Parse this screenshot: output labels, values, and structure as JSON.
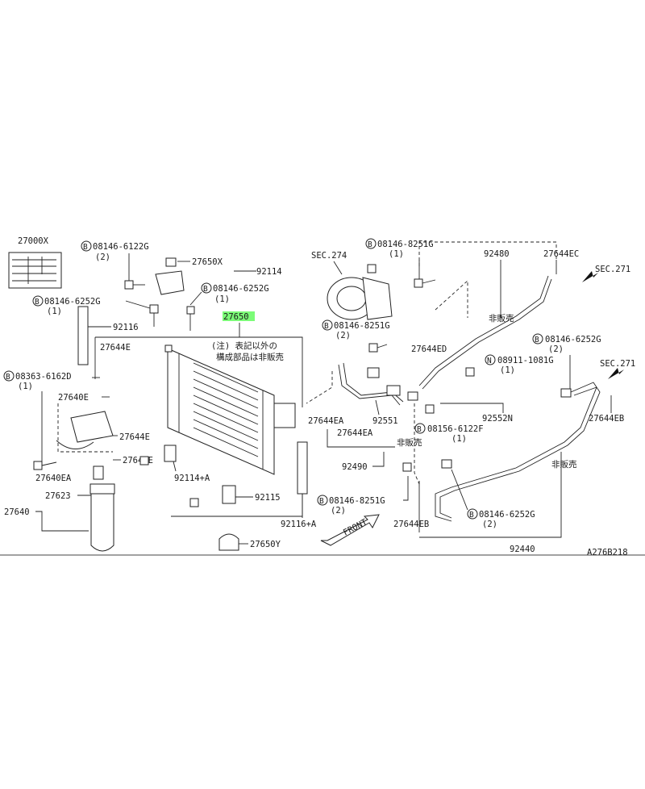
{
  "labels": {
    "p27000X": "27000X",
    "b08146_6122G": "08146-6122G",
    "q2a": "(2)",
    "p27650X": "27650X",
    "p92114": "92114",
    "b08146_6252G_a": "08146-6252G",
    "q1a": "(1)",
    "b08146_6252G_b": "08146-6252G",
    "q1b": "(1)",
    "p27650": "27650",
    "p92116": "92116",
    "p27644E_a": "27644E",
    "note1": "(注) 表記以外の",
    "note2": "構成部品は非販売",
    "b08363_6162D": "08363-6162D",
    "q1c": "(1)",
    "p27640E": "27640E",
    "p27644E_b": "27644E",
    "p27644E_c": "27644E",
    "p27640EA": "27640EA",
    "p92114A": "92114+A",
    "p27623": "27623",
    "p92115": "92115",
    "p27640": "27640",
    "p92116A": "92116+A",
    "p27650Y": "27650Y",
    "sec274": "SEC.274",
    "b08146_8251G_a": "08146-8251G",
    "q1d": "(1)",
    "p92480": "92480",
    "p27644EC": "27644EC",
    "sec271_a": "SEC.271",
    "hihanbai_a": "非販売",
    "b08146_8251G_b": "08146-8251G",
    "q2b": "(2)",
    "p27644ED": "27644ED",
    "b08146_6252G_c": "08146-6252G",
    "q2c": "(2)",
    "n08911_1081G": "08911-1081G",
    "q1e": "(1)",
    "sec271_b": "SEC.271",
    "p27644EA_a": "27644EA",
    "p92551": "92551",
    "p92552N": "92552N",
    "p27644EB_a": "27644EB",
    "p27644EA_b": "27644EA",
    "hihanbai_b": "非販売",
    "b08156_6122F": "08156-6122F",
    "q1f": "(1)",
    "hihanbai_c": "非販売",
    "p92490": "92490",
    "b08146_8251G_c": "08146-8251G",
    "q2d": "(2)",
    "front": "FRONT",
    "p27644EB_b": "27644EB",
    "b08146_6252G_d": "08146-6252G",
    "q2e": "(2)",
    "p92440": "92440",
    "ref": "A276B218"
  },
  "markers": {
    "bolt_b": "B",
    "nut_n": "N"
  },
  "colors": {
    "highlight": "#7CFC78",
    "line": "#222222"
  }
}
